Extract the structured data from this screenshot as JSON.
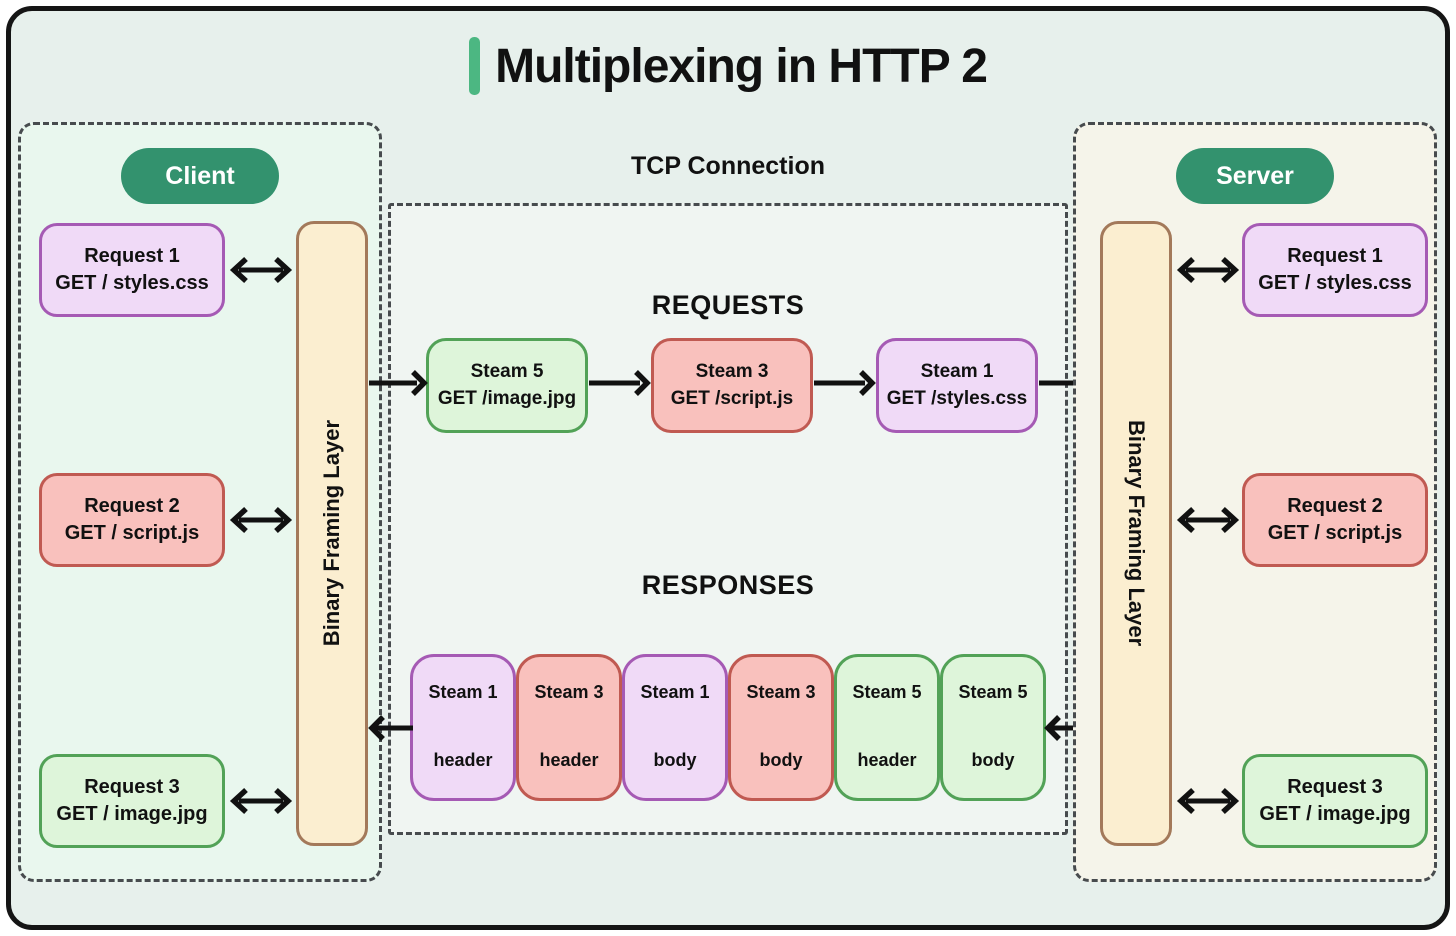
{
  "title": {
    "text": "Multiplexing in HTTP 2"
  },
  "client_panel": {
    "label": "Client",
    "framing_layer": "Binary Framing Layer",
    "requests": [
      {
        "line1": "Request 1",
        "line2": "GET / styles.css",
        "color": "purple"
      },
      {
        "line1": "Request 2",
        "line2": "GET / script.js",
        "color": "red"
      },
      {
        "line1": "Request 3",
        "line2": "GET / image.jpg",
        "color": "green"
      }
    ]
  },
  "tcp": {
    "label": "TCP Connection",
    "requests_heading": "REQUESTS",
    "responses_heading": "RESPONSES",
    "request_frames": [
      {
        "line1": "Steam 5",
        "line2": "GET /image.jpg",
        "color": "green"
      },
      {
        "line1": "Steam 3",
        "line2": "GET /script.js",
        "color": "red"
      },
      {
        "line1": "Steam 1",
        "line2": "GET /styles.css",
        "color": "purple"
      }
    ],
    "response_frames": [
      {
        "stream": "Steam 1",
        "part": "header",
        "color": "purple"
      },
      {
        "stream": "Steam 3",
        "part": "header",
        "color": "red"
      },
      {
        "stream": "Steam 1",
        "part": "body",
        "color": "purple"
      },
      {
        "stream": "Steam 3",
        "part": "body",
        "color": "red"
      },
      {
        "stream": "Steam 5",
        "part": "header",
        "color": "green"
      },
      {
        "stream": "Steam 5",
        "part": "body",
        "color": "green"
      }
    ]
  },
  "server_panel": {
    "label": "Server",
    "framing_layer": "Binary Framing Layer",
    "requests": [
      {
        "line1": "Request 1",
        "line2": "GET / styles.css",
        "color": "purple"
      },
      {
        "line1": "Request 2",
        "line2": "GET / script.js",
        "color": "red"
      },
      {
        "line1": "Request 3",
        "line2": "GET / image.jpg",
        "color": "green"
      }
    ]
  },
  "colors": {
    "accent_green": "#4cb782",
    "badge_green": "#33926e",
    "purple_fill": "#f0daf7",
    "purple_border": "#a55ab4",
    "red_fill": "#f9c1bd",
    "red_border": "#c05a52",
    "green_fill": "#def5da",
    "green_border": "#52a257",
    "cream_fill": "#fbeed0",
    "cream_border": "#a3795a",
    "arrow": "#111111"
  }
}
